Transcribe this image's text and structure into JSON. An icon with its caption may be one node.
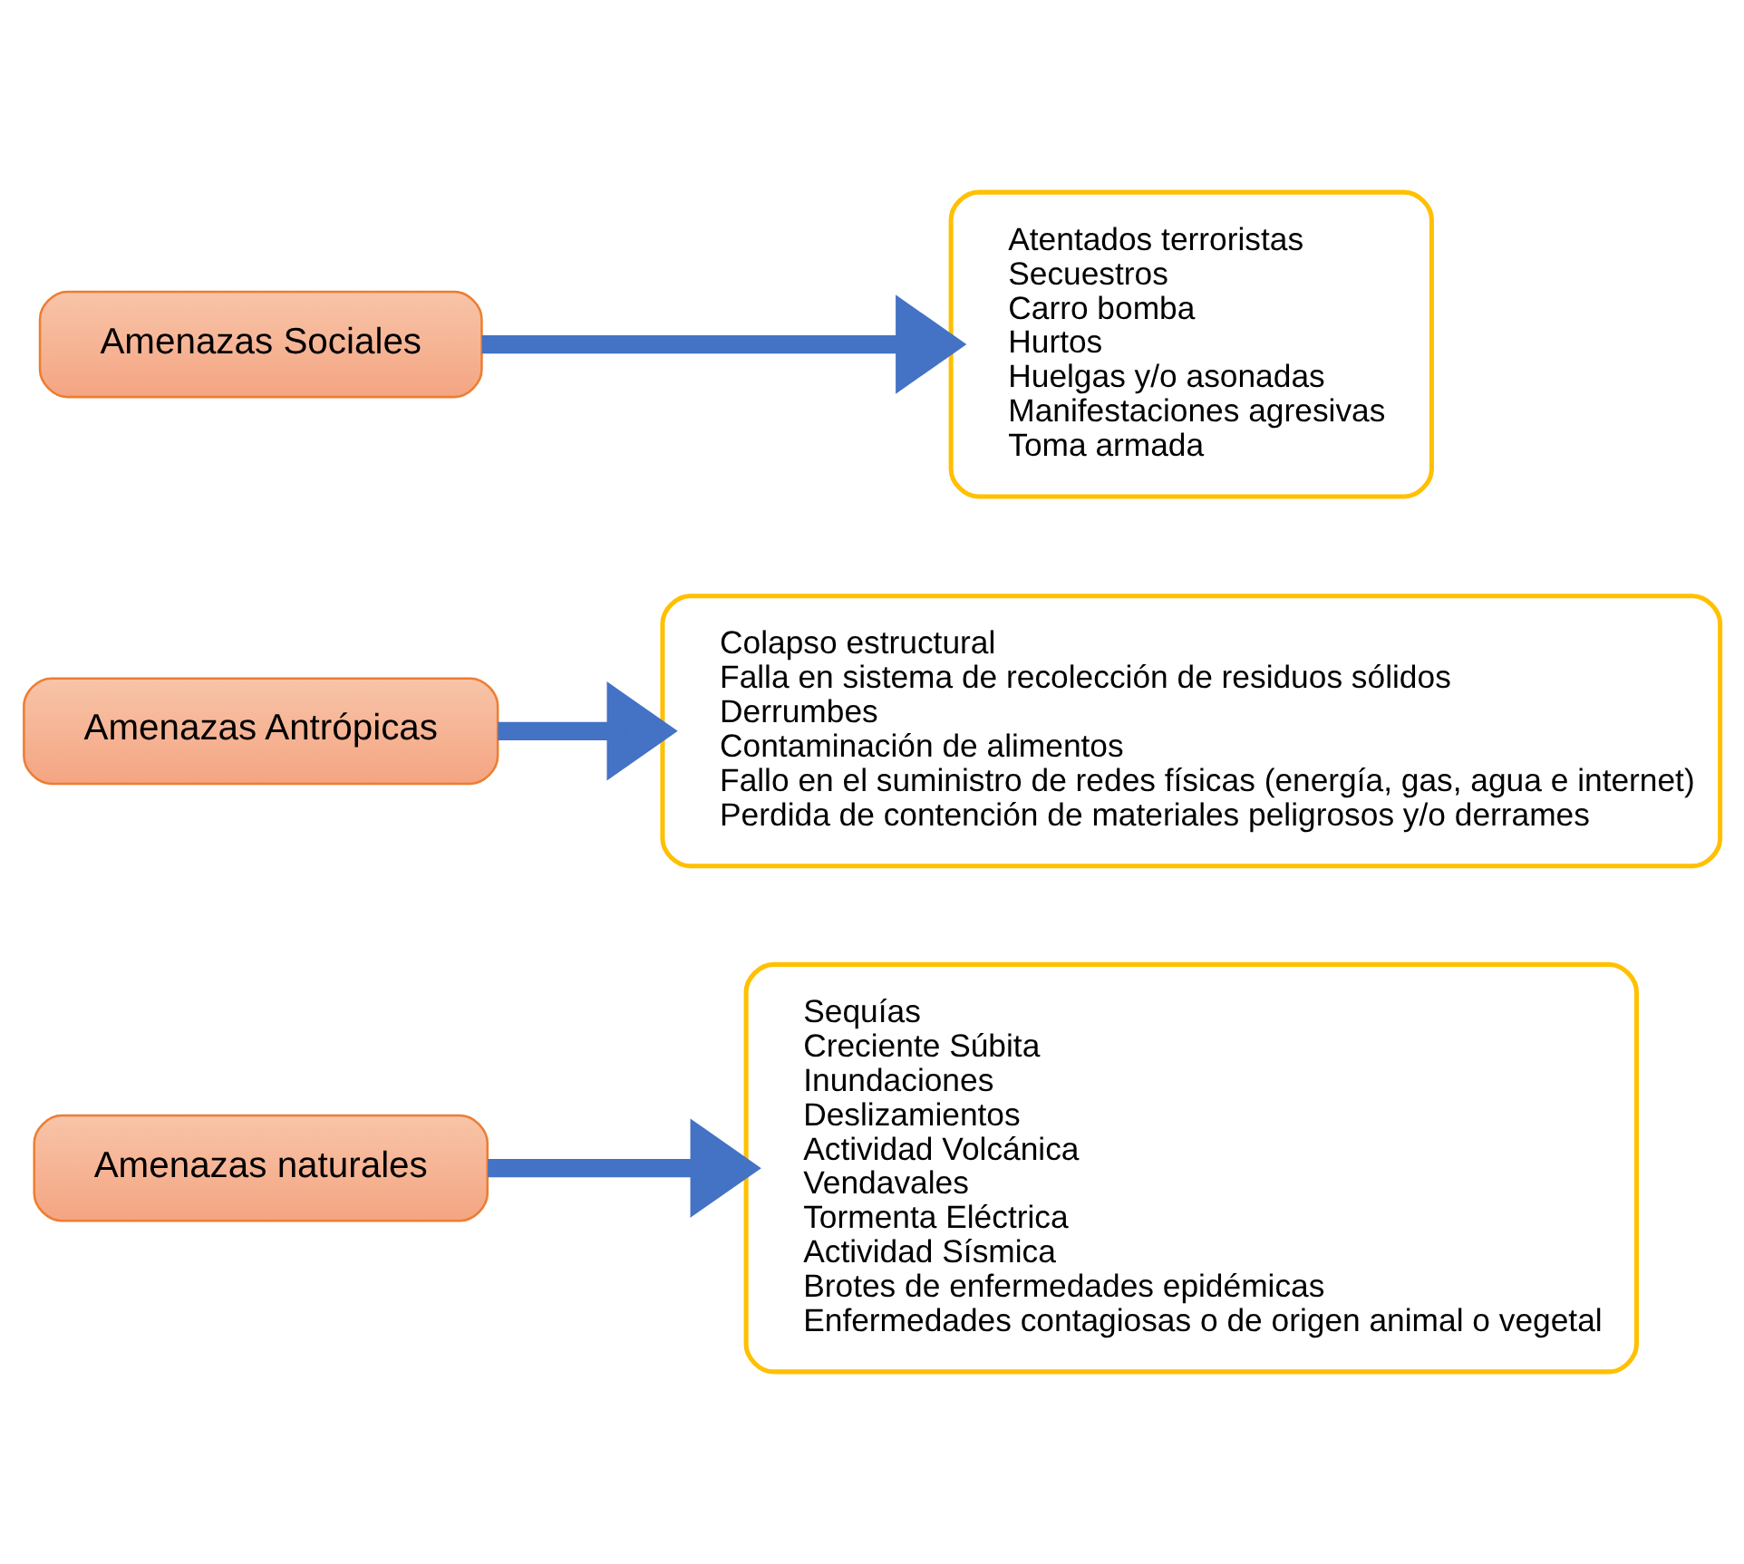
{
  "diagram": {
    "nodes": [
      {
        "text": [
          "Amenazas naturales"
        ]
      },
      {
        "text": [
          "Sequías",
          "Creciente Súbita",
          "Inundaciones",
          "Deslizamientos",
          "Actividad Volcánica",
          "Vendavales",
          "Tormenta Eléctrica",
          "Actividad Sísmica",
          "Brotes de enfermedades epidémicas",
          "Enfermedades contagiosas o de origen animal o vegetal"
        ]
      },
      {
        "text": [
          "Amenazas Antrópicas"
        ]
      },
      {
        "text": [
          "Colapso estructural",
          "Falla en sistema de recolección de residuos sólidos",
          "Derrumbes",
          "Contaminación de alimentos",
          "Fallo en el suministro de redes físicas (energía, gas, agua e internet)",
          "Perdida de contención de materiales peligrosos y/o derrames"
        ]
      },
      {
        "text": [
          "Amenazas Sociales"
        ]
      },
      {
        "text": [
          "Atentados terroristas",
          "Secuestros",
          "Carro bomba",
          "Hurtos",
          "Huelgas y/o asonadas",
          "Manifestaciones agresivas",
          "Toma armada"
        ]
      }
    ],
    "edges": [
      {
        "from": 0,
        "to": 1,
        "arrow": "to"
      },
      {
        "from": 2,
        "to": 3,
        "arrow": "to"
      },
      {
        "from": 4,
        "to": 5,
        "arrow": "to"
      }
    ]
  }
}
